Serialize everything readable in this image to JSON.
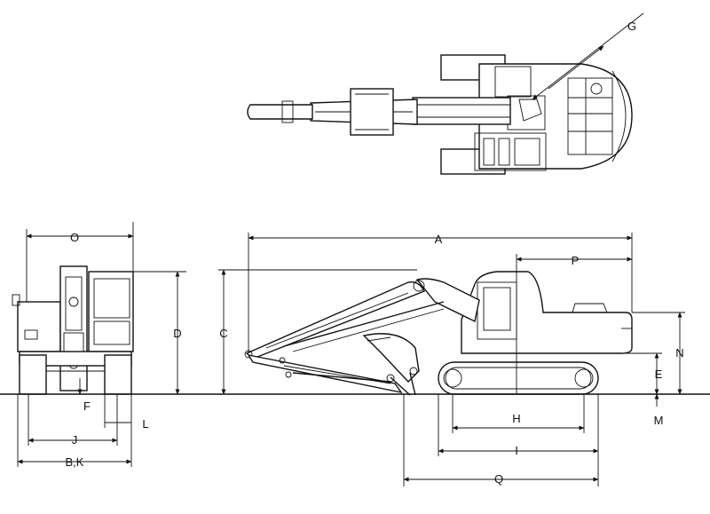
{
  "dimension_labels": {
    "A": "A",
    "B_K": "B,K",
    "C": "C",
    "D": "D",
    "E": "E",
    "F": "F",
    "G": "G",
    "H": "H",
    "I": "I",
    "J": "J",
    "L": "L",
    "M": "M",
    "N": "N",
    "O": "O",
    "P": "P",
    "Q": "Q"
  }
}
